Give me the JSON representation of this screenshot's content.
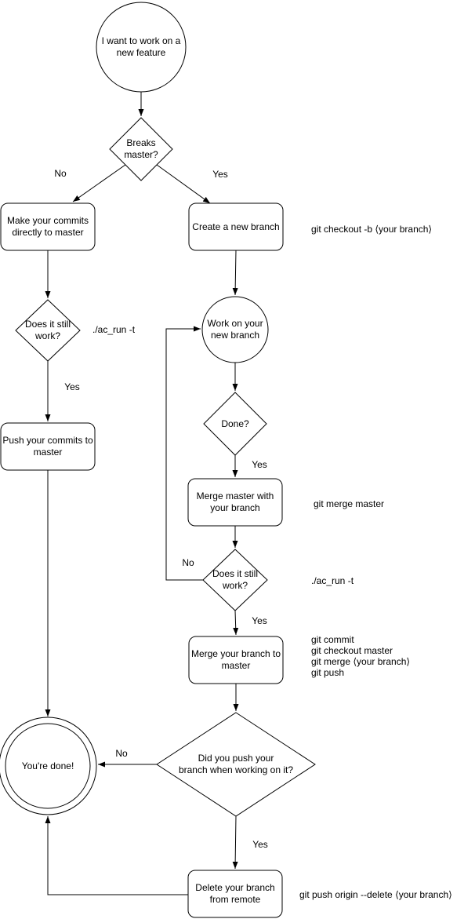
{
  "diagram": {
    "colors": {
      "stroke": "#000000",
      "background": "#ffffff",
      "text": "#000000"
    },
    "nodes": {
      "start": {
        "label": "I want to work on a\nnew feature"
      },
      "breaks_master": {
        "label": "Breaks\nmaster?"
      },
      "make_commits": {
        "label": "Make your commits\ndirectly to master"
      },
      "create_branch": {
        "label": "Create a new branch"
      },
      "does_it_work_1": {
        "label": "Does it still\nwork?"
      },
      "push_commits": {
        "label": "Push your commits to\nmaster"
      },
      "work_branch": {
        "label": "Work on your\nnew branch"
      },
      "done": {
        "label": "Done?"
      },
      "merge_master": {
        "label": "Merge master with\nyour branch"
      },
      "does_it_work_2": {
        "label": "Does it still\nwork?"
      },
      "merge_branch": {
        "label": "Merge your branch to\nmaster"
      },
      "did_you_push": {
        "label": "Did you push your\nbranch when working on it?"
      },
      "youre_done": {
        "label": "You're done!"
      },
      "delete_branch": {
        "label": "Delete your branch\nfrom remote"
      }
    },
    "edge_labels": {
      "breaks_no": "No",
      "breaks_yes": "Yes",
      "does1_yes": "Yes",
      "done_yes": "Yes",
      "does2_no": "No",
      "does2_yes": "Yes",
      "push_no": "No",
      "push_yes": "Yes"
    },
    "annotations": {
      "checkout_cmd": "git checkout -b ⟨your branch⟩",
      "ac_run_1": "./ac_run -t",
      "merge_master_cmd": "git merge master",
      "ac_run_2": "./ac_run -t",
      "merge_cmds": "git commit\ngit checkout master\ngit merge ⟨your branch⟩\ngit push",
      "delete_cmd": "git push origin --delete ⟨your branch⟩"
    }
  }
}
